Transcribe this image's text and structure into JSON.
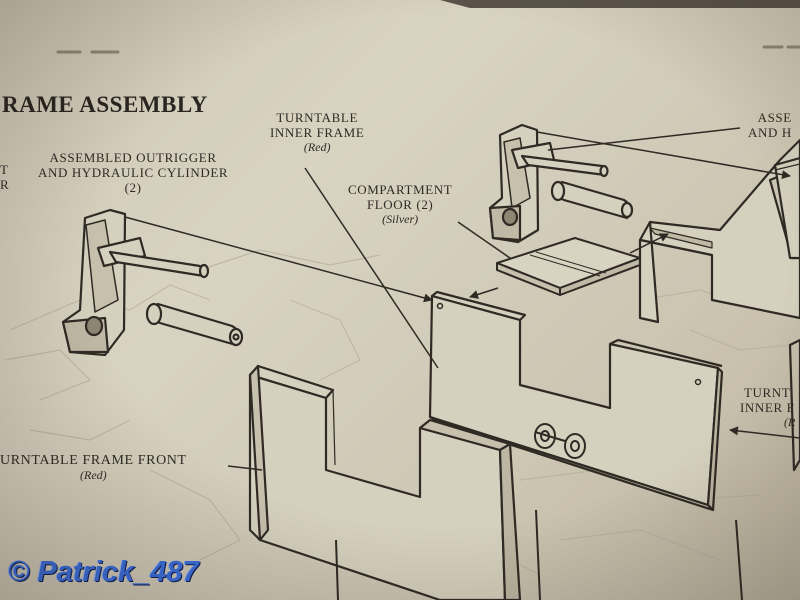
{
  "title": "RAME ASSEMBLY",
  "labels": {
    "outrigger": {
      "line1": "ASSEMBLED OUTRIGGER",
      "line2": "AND HYDRAULIC CYLINDER",
      "qty": "(2)"
    },
    "inner_frame": {
      "line1": "TURNTABLE",
      "line2": "INNER FRAME",
      "color": "(Red)"
    },
    "compartment_floor": {
      "line1": "COMPARTMENT",
      "line2": "FLOOR (2)",
      "color": "(Silver)"
    },
    "frame_front": {
      "line1": "URNTABLE FRAME FRONT",
      "color": "(Red)"
    },
    "right_top": {
      "line1": "ASSE",
      "line2": "AND H"
    },
    "right_mid": {
      "line1": "TURNT",
      "line2": "INNER F",
      "color": "(R"
    },
    "left_edge": {
      "line1": "T",
      "line2": "R"
    }
  },
  "watermark": "© Patrick_487",
  "colors": {
    "paper": "#d6d0bf",
    "ink": "#2f2a24",
    "watermark": "#3a6fe0"
  }
}
